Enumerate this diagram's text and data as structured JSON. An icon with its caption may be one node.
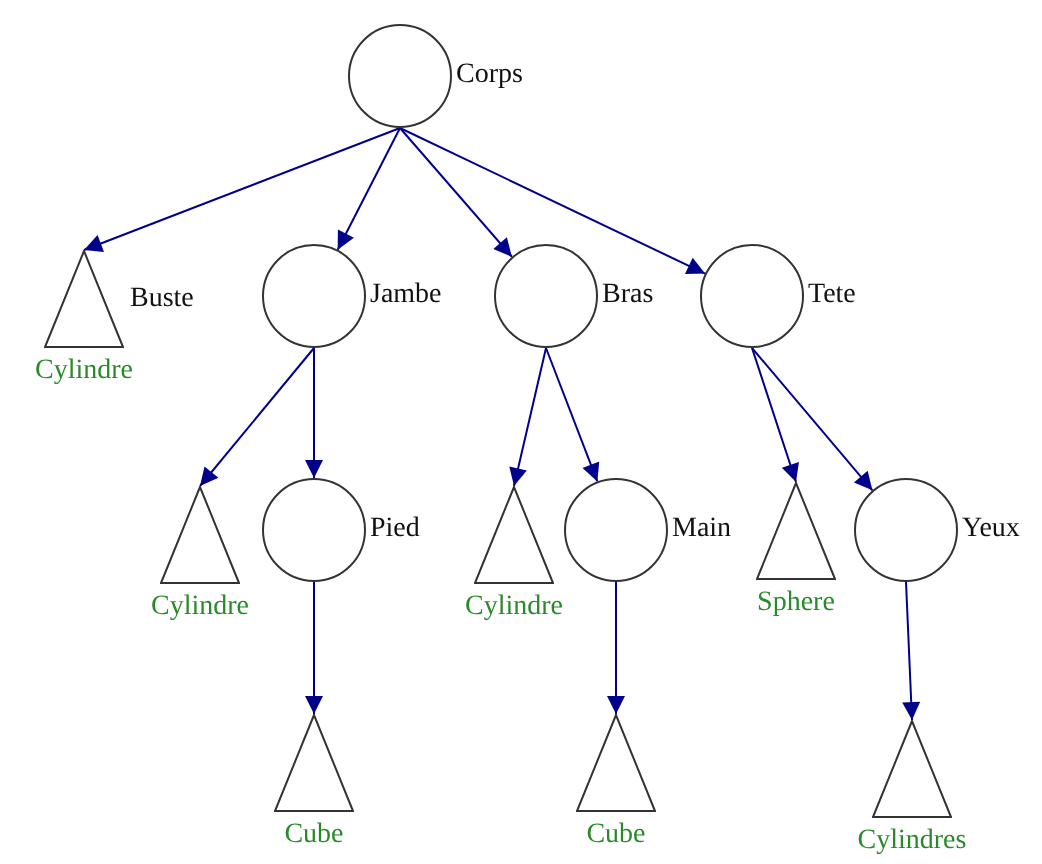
{
  "diagram": {
    "nodes": [
      {
        "text": [
          "Corps"
        ]
      },
      {
        "text": [
          "Buste"
        ],
        "beside": [
          "Cylindre"
        ]
      },
      {
        "text": [
          "Jambe"
        ]
      },
      {
        "text": [
          "Bras"
        ]
      },
      {
        "text": [
          "Tete"
        ]
      },
      {
        "text": [],
        "shape": "triangle",
        "beside": [
          "Cylindre"
        ]
      },
      {
        "text": [
          "Pied"
        ]
      },
      {
        "text": [],
        "shape": "triangle",
        "beside": [
          "Cylindre"
        ]
      },
      {
        "text": [
          "Main"
        ]
      },
      {
        "text": [],
        "shape": "triangle",
        "beside": [
          "Sphere"
        ]
      },
      {
        "text": [
          "Yeux"
        ]
      },
      {
        "text": [],
        "shape": "triangle",
        "beside": [
          "Cube"
        ]
      },
      {
        "text": [],
        "shape": "triangle",
        "beside": [
          "Cube"
        ]
      },
      {
        "text": [],
        "shape": "triangle",
        "beside": [
          "Cylindres"
        ]
      }
    ],
    "edges": [
      {
        "from": 0,
        "to": 1,
        "arrow": "to"
      },
      {
        "from": 0,
        "to": 2,
        "arrow": "to"
      },
      {
        "from": 0,
        "to": 3,
        "arrow": "to"
      },
      {
        "from": 0,
        "to": 4,
        "arrow": "to"
      },
      {
        "from": 2,
        "to": 5,
        "arrow": "to"
      },
      {
        "from": 2,
        "to": 6,
        "arrow": "to"
      },
      {
        "from": 3,
        "to": 7,
        "arrow": "to"
      },
      {
        "from": 3,
        "to": 8,
        "arrow": "to"
      },
      {
        "from": 4,
        "to": 9,
        "arrow": "to"
      },
      {
        "from": 4,
        "to": 10,
        "arrow": "to"
      },
      {
        "from": 6,
        "to": 11,
        "arrow": "to"
      },
      {
        "from": 8,
        "to": 12,
        "arrow": "to"
      },
      {
        "from": 10,
        "to": 13,
        "arrow": "to"
      }
    ]
  }
}
